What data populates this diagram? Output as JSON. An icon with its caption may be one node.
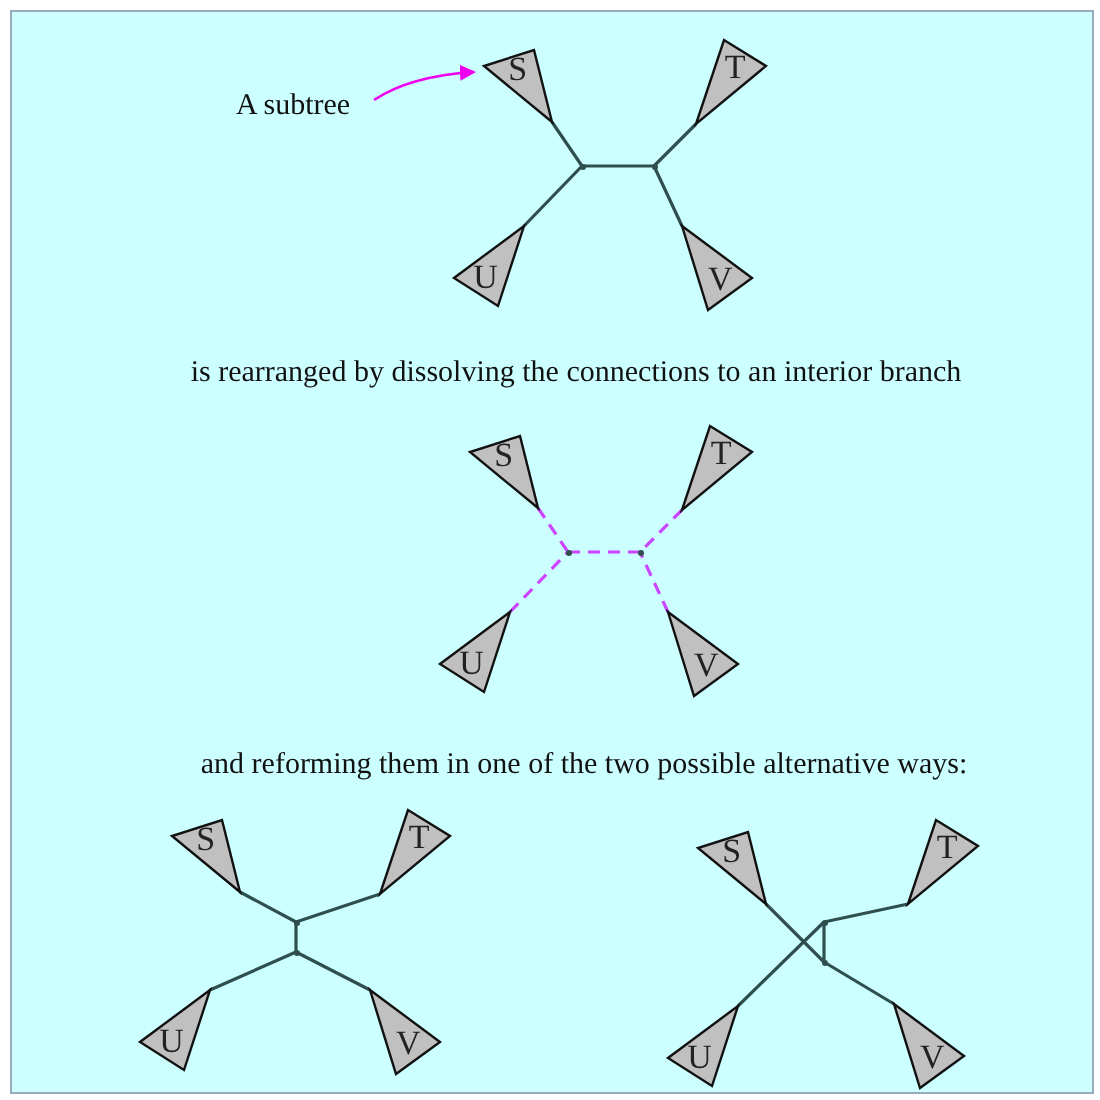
{
  "diagram": {
    "nodes": [
      {
        "text": [
          "A subtree"
        ]
      },
      {
        "text": [
          "S"
        ]
      },
      {
        "text": [
          "T"
        ]
      },
      {
        "text": [
          "U"
        ]
      },
      {
        "text": [
          "V"
        ]
      },
      {
        "text": [],
        "shape": "point"
      },
      {
        "text": [],
        "shape": "point"
      },
      {
        "text": [
          "S"
        ]
      },
      {
        "text": [
          "T"
        ]
      },
      {
        "text": [
          "U"
        ]
      },
      {
        "text": [
          "V"
        ]
      },
      {
        "text": [],
        "shape": "point"
      },
      {
        "text": [],
        "shape": "point"
      },
      {
        "text": [
          "S"
        ]
      },
      {
        "text": [
          "T"
        ]
      },
      {
        "text": [
          "U"
        ]
      },
      {
        "text": [
          "V"
        ]
      },
      {
        "text": [],
        "shape": "point"
      },
      {
        "text": [],
        "shape": "point"
      },
      {
        "text": [
          "S"
        ]
      },
      {
        "text": [
          "T"
        ]
      },
      {
        "text": [
          "U"
        ]
      },
      {
        "text": [
          "V"
        ]
      },
      {
        "text": [],
        "shape": "point"
      },
      {
        "text": [],
        "shape": "point"
      }
    ],
    "edges": [
      {
        "from": 0,
        "to": 1,
        "arrow": "to",
        "color": "#ee00ee"
      },
      {
        "from": 1,
        "to": 5,
        "arrow": "none"
      },
      {
        "from": 3,
        "to": 5,
        "arrow": "none"
      },
      {
        "from": 5,
        "to": 6,
        "arrow": "none"
      },
      {
        "from": 2,
        "to": 6,
        "arrow": "none"
      },
      {
        "from": 4,
        "to": 6,
        "arrow": "none"
      },
      {
        "from": 7,
        "to": 11,
        "arrow": "none",
        "style": "dashed",
        "color": "#cc44ff"
      },
      {
        "from": 9,
        "to": 11,
        "arrow": "none",
        "style": "dashed",
        "color": "#cc44ff"
      },
      {
        "from": 11,
        "to": 12,
        "arrow": "none",
        "style": "dashed",
        "color": "#cc44ff"
      },
      {
        "from": 8,
        "to": 12,
        "arrow": "none",
        "style": "dashed",
        "color": "#cc44ff"
      },
      {
        "from": 10,
        "to": 12,
        "arrow": "none",
        "style": "dashed",
        "color": "#cc44ff"
      },
      {
        "from": 13,
        "to": 17,
        "arrow": "none"
      },
      {
        "from": 14,
        "to": 17,
        "arrow": "none"
      },
      {
        "from": 17,
        "to": 18,
        "arrow": "none"
      },
      {
        "from": 15,
        "to": 18,
        "arrow": "none"
      },
      {
        "from": 16,
        "to": 18,
        "arrow": "none"
      },
      {
        "from": 19,
        "to": 24,
        "arrow": "none"
      },
      {
        "from": 21,
        "to": 23,
        "arrow": "none"
      },
      {
        "from": 20,
        "to": 23,
        "arrow": "none"
      },
      {
        "from": 23,
        "to": 24,
        "arrow": "none"
      },
      {
        "from": 22,
        "to": 24,
        "arrow": "none"
      }
    ],
    "labels": [
      "is rearranged by dissolving the connections to an interior branch",
      "and reforming them in one of the two possible alternative ways:"
    ]
  }
}
